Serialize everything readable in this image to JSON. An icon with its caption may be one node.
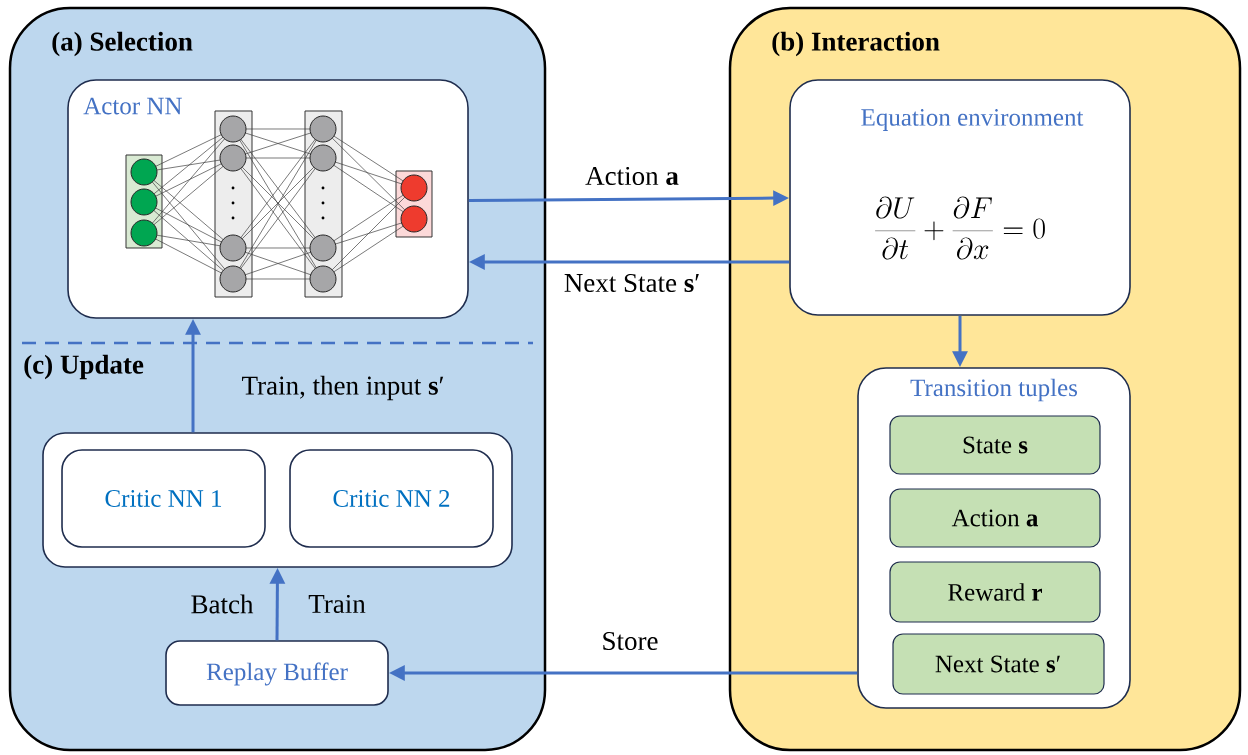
{
  "diagram": {
    "nodes": [
      {
        "text": [
          "(a) Selection",
          "(c) Update"
        ]
      },
      {
        "text": [
          "(b) Interaction"
        ]
      },
      {
        "text": [
          "Actor NN"
        ],
        "in": 0
      },
      {
        "text": [
          "Equation environment",
          "\\frac{\\partial U}{\\partial t}+\\frac{\\partial F}{\\partial x}=0"
        ],
        "in": 1
      },
      {
        "text": [],
        "shape": "box",
        "in": 0
      },
      {
        "text": [
          "Critic NN 1"
        ],
        "in": 4
      },
      {
        "text": [
          "Critic NN 2"
        ],
        "in": 4
      },
      {
        "text": [
          "Replay Buffer"
        ],
        "in": 0
      },
      {
        "text": [
          "Transition tuples"
        ],
        "in": 1
      },
      {
        "text": [
          "State **s**"
        ],
        "in": 8
      },
      {
        "text": [
          "Action **a**"
        ],
        "in": 8
      },
      {
        "text": [
          "Reward **r**"
        ],
        "in": 8
      },
      {
        "text": [
          "Next State **s**′"
        ],
        "in": 8
      }
    ],
    "edges": [
      {
        "from": 2,
        "to": 3,
        "arrow": "to",
        "label": "Action **a**"
      },
      {
        "from": 3,
        "to": 2,
        "arrow": "to",
        "label": "Next State **s**′"
      },
      {
        "from": 3,
        "to": 8,
        "arrow": "to"
      },
      {
        "from": 8,
        "to": 7,
        "arrow": "to",
        "label": "Store"
      },
      {
        "from": 7,
        "to": 4,
        "arrow": "to",
        "label": "Batch"
      },
      {
        "from": 4,
        "to": 2,
        "arrow": "to",
        "label": "Train, then input **s**′"
      }
    ],
    "labels": [
      "Train"
    ]
  }
}
